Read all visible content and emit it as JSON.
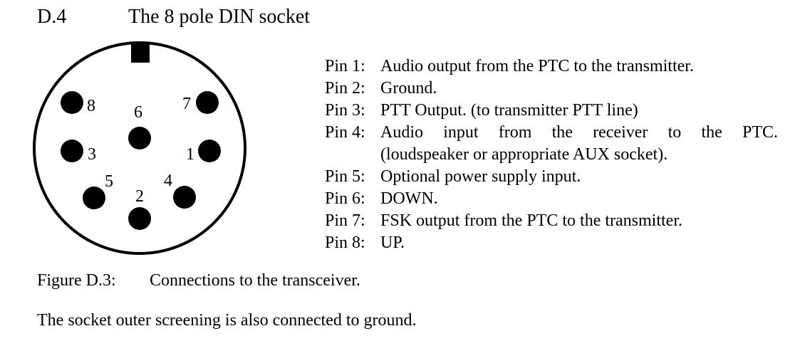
{
  "section": {
    "number": "D.4",
    "title": "The 8 pole DIN socket"
  },
  "socket": {
    "pins": [
      {
        "id": "8",
        "label": "8"
      },
      {
        "id": "7",
        "label": "7"
      },
      {
        "id": "6",
        "label": "6"
      },
      {
        "id": "3",
        "label": "3"
      },
      {
        "id": "1",
        "label": "1"
      },
      {
        "id": "5",
        "label": "5"
      },
      {
        "id": "4",
        "label": "4"
      },
      {
        "id": "2",
        "label": "2"
      }
    ]
  },
  "pins": [
    {
      "key": "Pin 1:",
      "desc": "Audio output from the PTC to the transmitter."
    },
    {
      "key": "Pin 2:",
      "desc": "Ground."
    },
    {
      "key": "Pin 3:",
      "desc": "PTT Output. (to transmitter PTT line)"
    },
    {
      "key": "Pin 4:",
      "desc": "Audio input from the receiver to the PTC.",
      "continuation": "(loudspeaker or appropriate AUX socket)."
    },
    {
      "key": "Pin 5:",
      "desc": "Optional power supply input."
    },
    {
      "key": "Pin 6:",
      "desc": "DOWN."
    },
    {
      "key": "Pin 7:",
      "desc": "FSK output from the PTC to the transmitter."
    },
    {
      "key": "Pin 8:",
      "desc": "UP."
    }
  ],
  "figure": {
    "label": "Figure D.3:",
    "caption": "Connections to the transceiver."
  },
  "note": "The socket outer screening is also connected to ground."
}
